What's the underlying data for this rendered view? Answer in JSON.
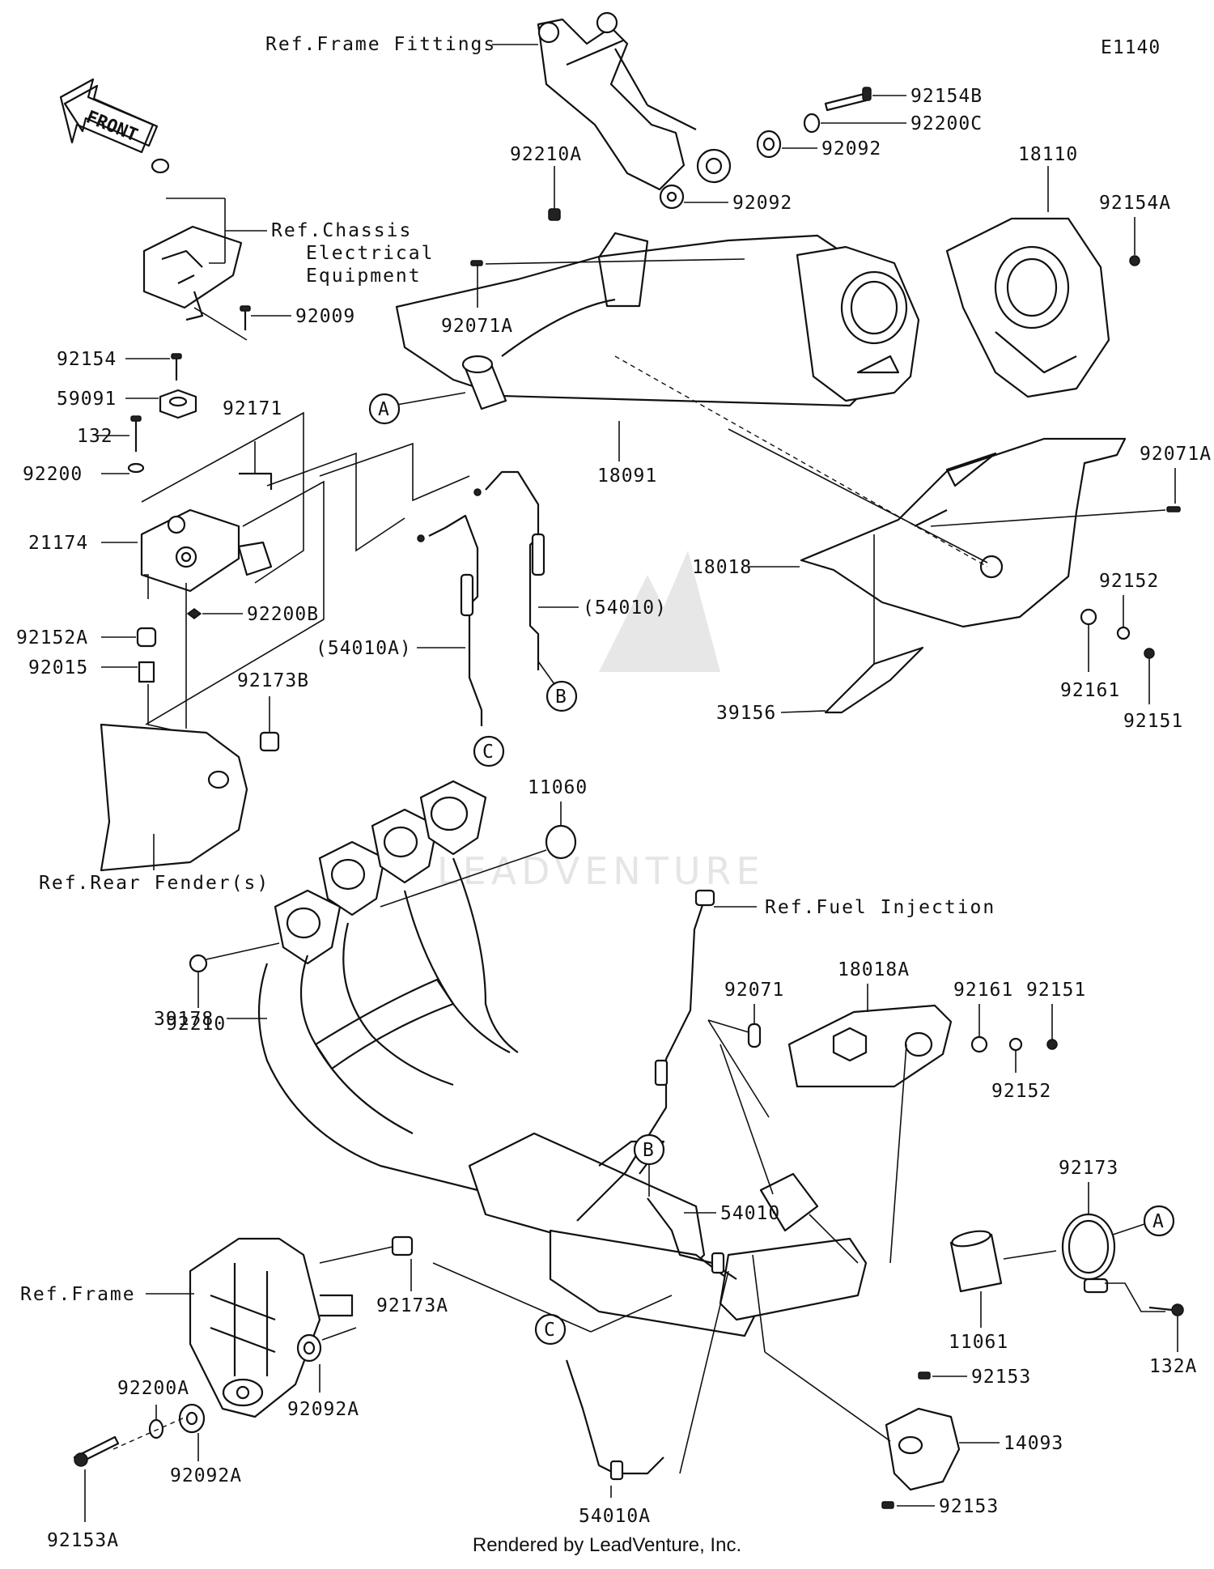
{
  "diagram_code": "E1140",
  "front_arrow_label": "FRONT",
  "refs": {
    "frame_fittings": "Ref.Frame Fittings",
    "chassis_line1": "Ref.Chassis",
    "chassis_line2": "Electrical",
    "chassis_line3": "Equipment",
    "rear_fender": "Ref.Rear Fender(s)",
    "fuel_injection": "Ref.Fuel Injection",
    "frame": "Ref.Frame"
  },
  "parts": {
    "p92154B": "92154B",
    "p92200C": "92200C",
    "p92092_top": "92092",
    "p92092_mid": "92092",
    "p18110": "18110",
    "p92154A": "92154A",
    "p92210A": "92210A",
    "p92071A_left": "92071A",
    "p18091": "18091",
    "p92071A_right": "92071A",
    "p18018": "18018",
    "p92152_right": "92152",
    "p92161_right": "92161",
    "p92151_right": "92151",
    "p39156": "39156",
    "p92009": "92009",
    "p92154": "92154",
    "p59091": "59091",
    "p132": "132",
    "p92200": "92200",
    "p92171": "92171",
    "p21174": "21174",
    "p92200B": "92200B",
    "p92152A": "92152A",
    "p92015": "92015",
    "p92173B": "92173B",
    "p54010_paren": "(54010)",
    "p54010A_paren": "(54010A)",
    "p11060": "11060",
    "p92210": "92210",
    "p39178": "39178",
    "p18018A": "18018A",
    "p92161_low": "92161",
    "p92151_low": "92151",
    "p92071": "92071",
    "p92152_low": "92152",
    "p92173": "92173",
    "p54010": "54010",
    "p11061": "11061",
    "p132A": "132A",
    "p92173A": "92173A",
    "p92200A": "92200A",
    "p92092A_right": "92092A",
    "p92092A_left": "92092A",
    "p92153A": "92153A",
    "p54010A": "54010A",
    "p92153_top": "92153",
    "p14093": "14093",
    "p92153_bottom": "92153"
  },
  "callouts": {
    "A_top": "A",
    "A_right": "A",
    "B_top": "B",
    "B_low": "B",
    "C_top": "C",
    "C_low": "C"
  },
  "footer": "Rendered by LeadVenture, Inc."
}
